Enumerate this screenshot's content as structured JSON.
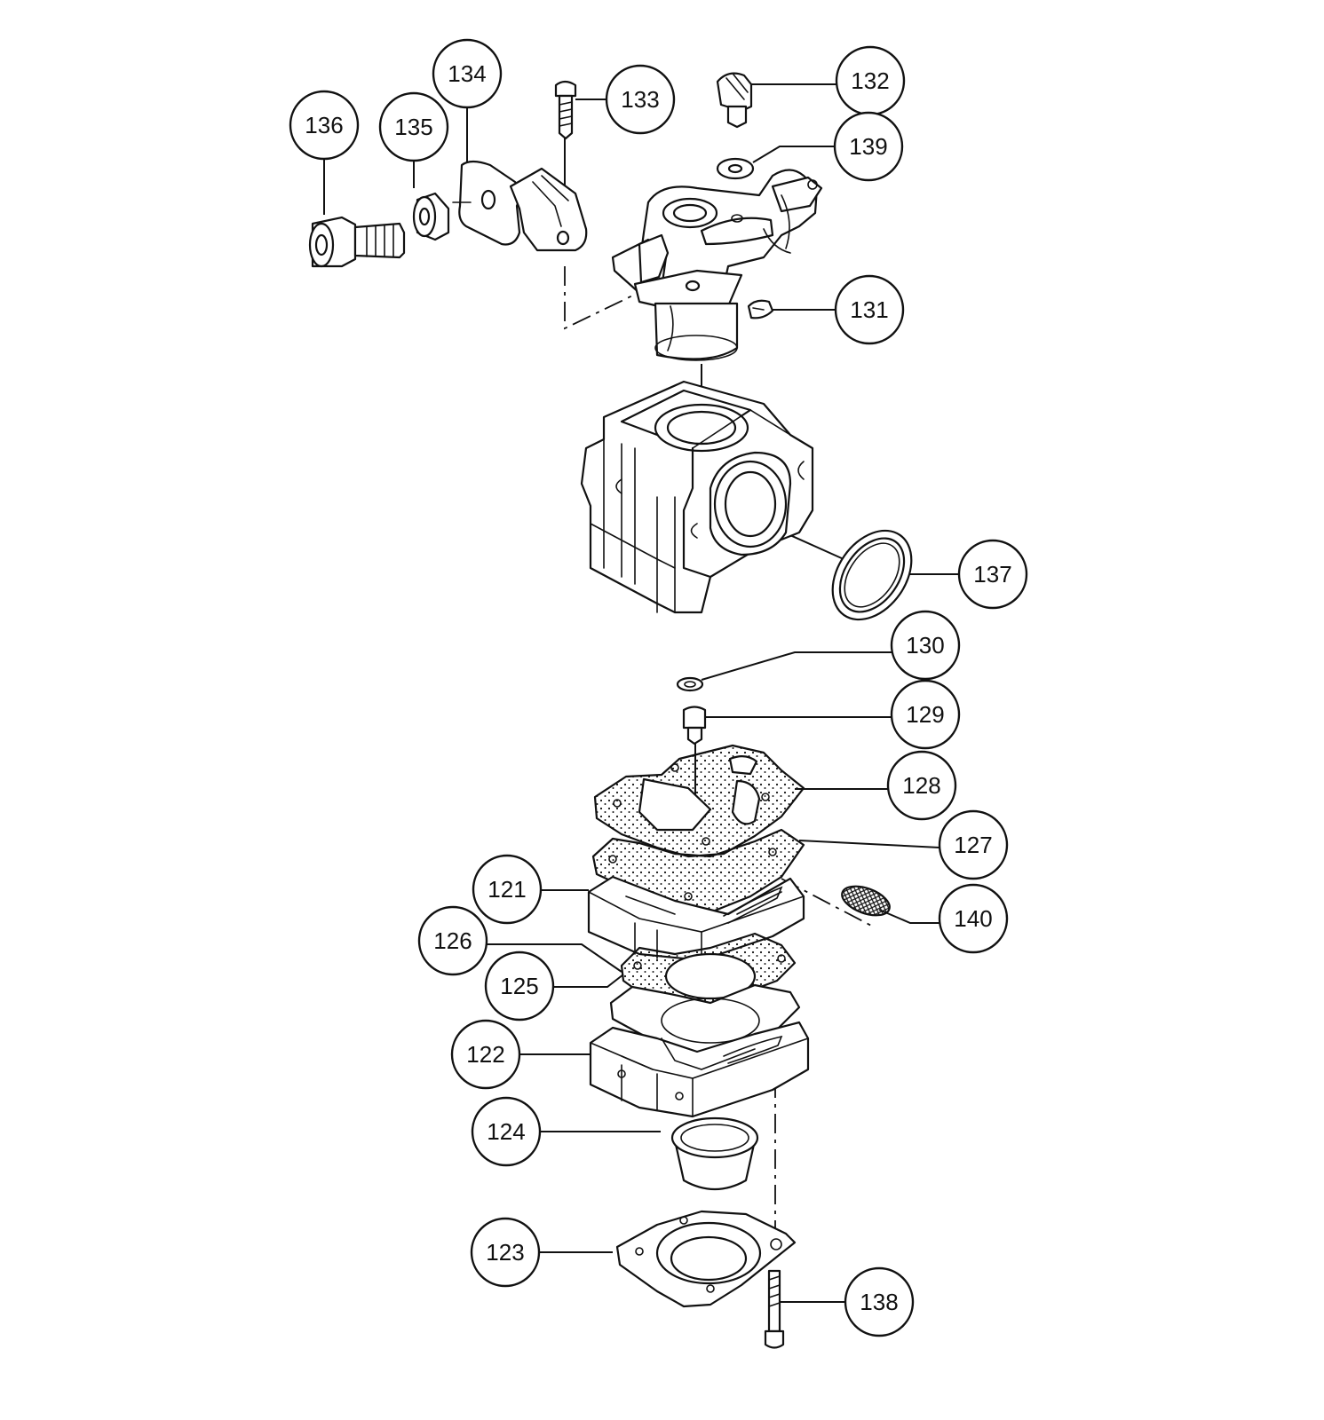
{
  "diagram": {
    "callouts": [
      {
        "id": "136",
        "label": "136"
      },
      {
        "id": "135",
        "label": "135"
      },
      {
        "id": "134",
        "label": "134"
      },
      {
        "id": "133",
        "label": "133"
      },
      {
        "id": "132",
        "label": "132"
      },
      {
        "id": "139",
        "label": "139"
      },
      {
        "id": "131",
        "label": "131"
      },
      {
        "id": "137",
        "label": "137"
      },
      {
        "id": "130",
        "label": "130"
      },
      {
        "id": "129",
        "label": "129"
      },
      {
        "id": "128",
        "label": "128"
      },
      {
        "id": "127",
        "label": "127"
      },
      {
        "id": "121",
        "label": "121"
      },
      {
        "id": "140",
        "label": "140"
      },
      {
        "id": "126",
        "label": "126"
      },
      {
        "id": "125",
        "label": "125"
      },
      {
        "id": "122",
        "label": "122"
      },
      {
        "id": "124",
        "label": "124"
      },
      {
        "id": "123",
        "label": "123"
      },
      {
        "id": "138",
        "label": "138"
      }
    ]
  },
  "colors": {
    "line": "#111111",
    "background": "#ffffff"
  }
}
